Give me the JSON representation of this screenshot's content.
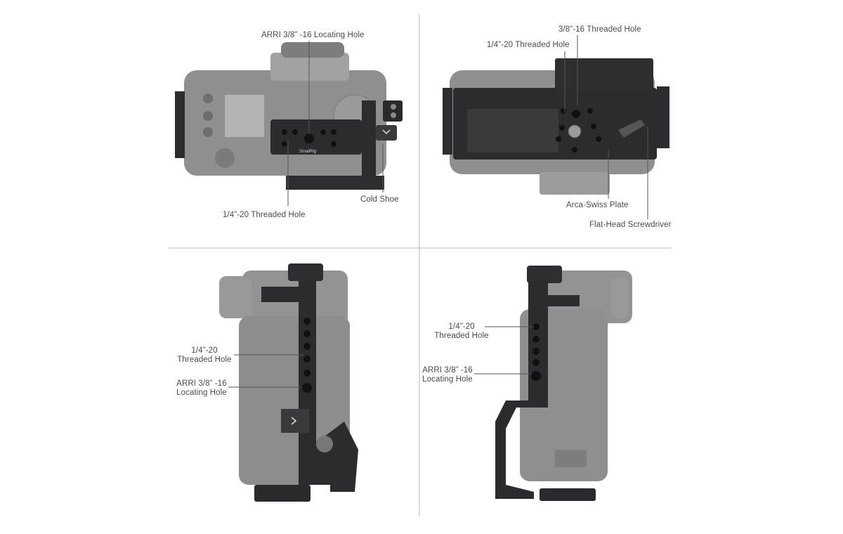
{
  "logo": "SmallRig",
  "views": {
    "top": {
      "arri_label": "ARRI 3/8” -16 Locating Hole",
      "quarter_label": "1/4”-20 Threaded Hole",
      "coldshoe_label": "Cold Shoe"
    },
    "bottom": {
      "threeeighth_label": "3/8”-16 Threaded Hole",
      "quarter_label": "1/4”-20 Threaded Hole",
      "arca_label": "Arca-Swiss Plate",
      "screwdriver_label": "Flat-Head Screwdriver"
    },
    "left": {
      "quarter_line1": "1/4”-20",
      "quarter_line2": "Threaded Hole",
      "arri_line1": "ARRI 3/8” -16",
      "arri_line2": "Locating Hole"
    },
    "right": {
      "quarter_line1": "1/4”-20",
      "quarter_line2": "Threaded Hole",
      "arri_line1": "ARRI 3/8” -16",
      "arri_line2": "Locating Hole"
    }
  }
}
